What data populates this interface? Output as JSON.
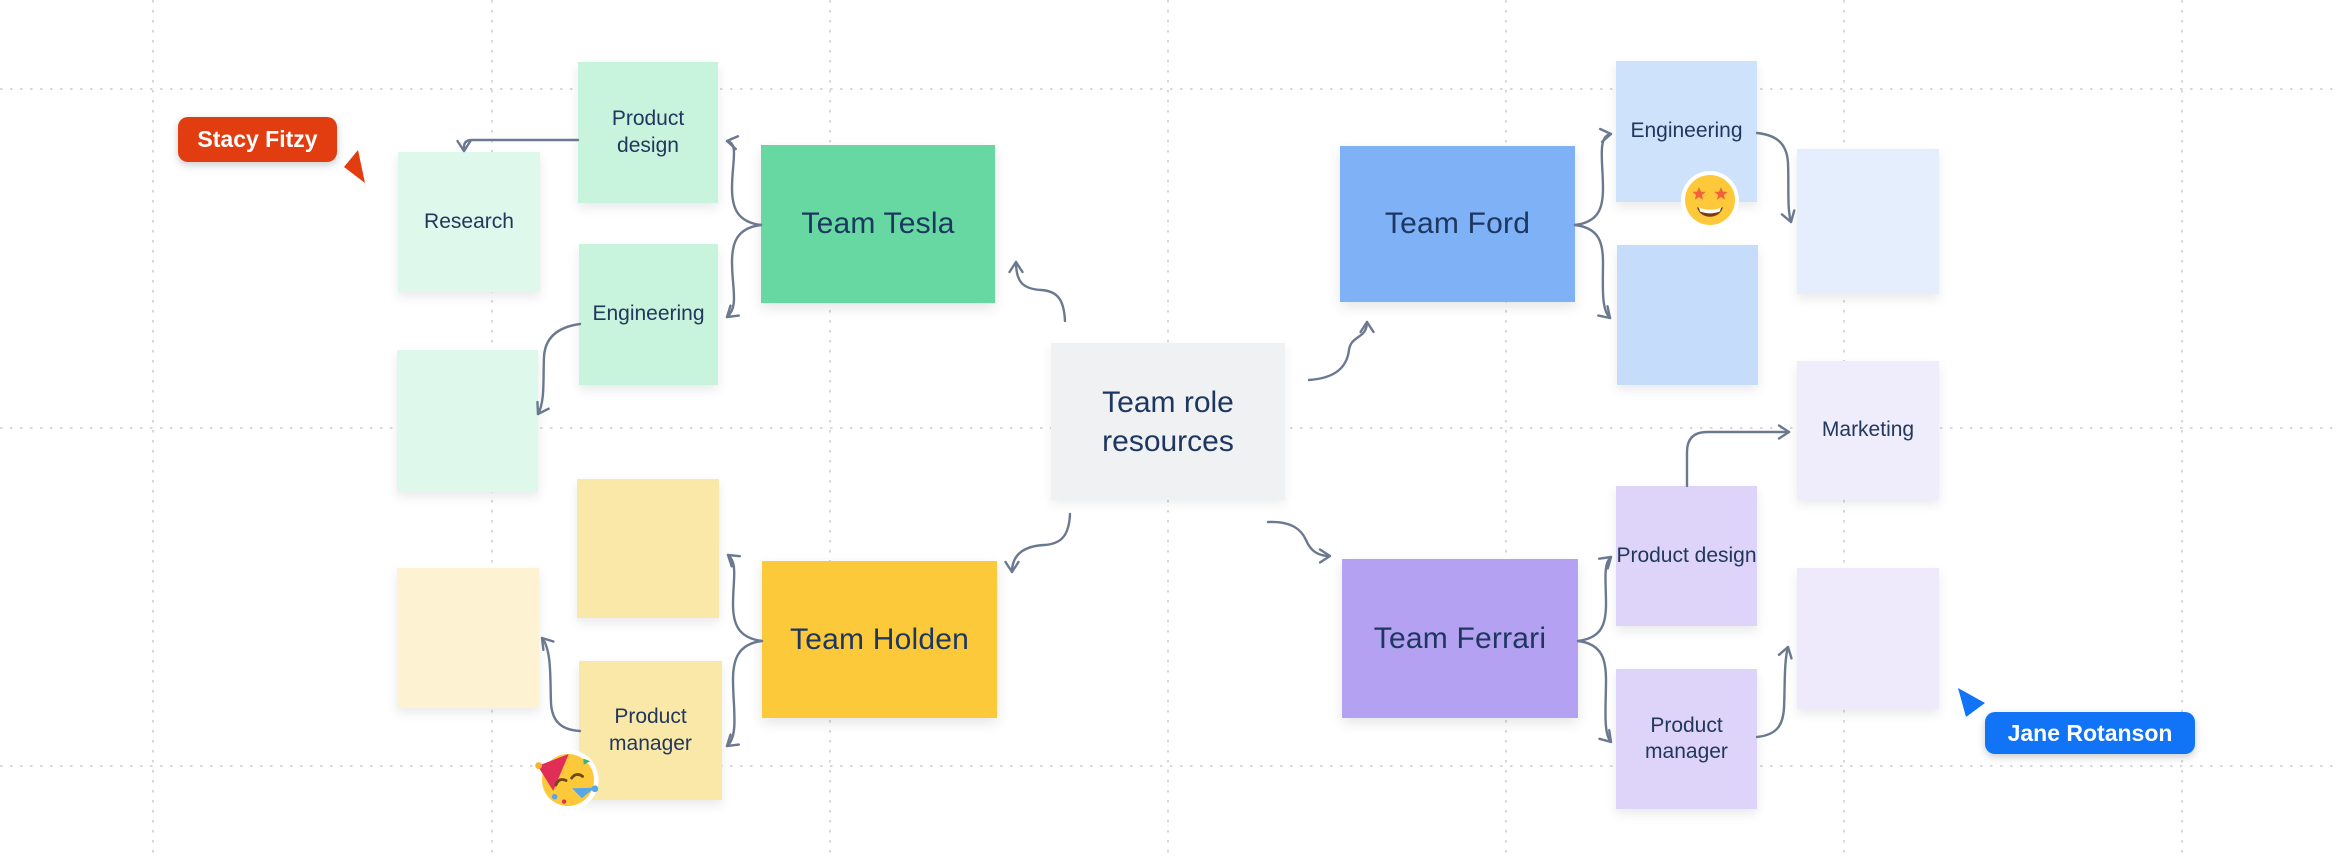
{
  "canvas": {
    "background": "#ffffff",
    "grid_dot_color": "#d8d8d8",
    "connector_color": "#6b7990",
    "text_color": "#1d3760"
  },
  "center_node": {
    "label": "Team role resources",
    "fill": "#f0f1f3"
  },
  "teams": {
    "tesla": {
      "label": "Team Tesla",
      "fill": "#68d8a2"
    },
    "ford": {
      "label": "Team Ford",
      "fill": "#7fb1f6"
    },
    "holden": {
      "label": "Team Holden",
      "fill": "#fcc93b"
    },
    "ferrari": {
      "label": "Team Ferrari",
      "fill": "#b5a1f2"
    }
  },
  "stickies": {
    "product_design_green": {
      "label": "Product design",
      "fill": "#c8f3dd"
    },
    "research": {
      "label": "Research",
      "fill": "#def8eb"
    },
    "engineering_green": {
      "label": "Engineering",
      "fill": "#c8f3dd"
    },
    "blank_mint": {
      "label": "",
      "fill": "#def8eb"
    },
    "blank_yellow": {
      "label": "",
      "fill": "#fae8a9"
    },
    "blank_pale_yellow": {
      "label": "",
      "fill": "#fdf3d3"
    },
    "product_manager_yellow": {
      "label": "Product manager",
      "fill": "#fae8a9"
    },
    "engineering_blue": {
      "label": "Engineering",
      "fill": "#cfe2fb"
    },
    "blank_blue": {
      "label": "",
      "fill": "#c5dcfa"
    },
    "blank_pale_blue": {
      "label": "",
      "fill": "#e4eefc"
    },
    "marketing": {
      "label": "Marketing",
      "fill": "#efecfb"
    },
    "product_design_purple": {
      "label": "Product design",
      "fill": "#ded3f8"
    },
    "product_manager_purple": {
      "label": "Product manager",
      "fill": "#ded3f8"
    },
    "blank_pale_lavender": {
      "label": "",
      "fill": "#eeeafb"
    }
  },
  "stickers": {
    "star_struck": {
      "icon": "star-struck-emoji",
      "unicode": "🤩"
    },
    "partying_face": {
      "icon": "partying-face-emoji",
      "unicode": "🥳"
    }
  },
  "cursors": {
    "stacy": {
      "name": "Stacy Fitzy",
      "color": "#e23d10"
    },
    "jane": {
      "name": "Jane Rotanson",
      "color": "#1173f6"
    }
  },
  "edges": [
    {
      "from": "Team role resources",
      "to": "Team Tesla"
    },
    {
      "from": "Team role resources",
      "to": "Team Ford"
    },
    {
      "from": "Team role resources",
      "to": "Team Holden"
    },
    {
      "from": "Team role resources",
      "to": "Team Ferrari"
    },
    {
      "from": "Team Tesla",
      "to": "Product design (green)"
    },
    {
      "from": "Team Tesla",
      "to": "Engineering (green)"
    },
    {
      "from": "Product design (green)",
      "to": "Research"
    },
    {
      "from": "Engineering (green)",
      "to": "blank mint sticky"
    },
    {
      "from": "Team Holden",
      "to": "blank yellow sticky"
    },
    {
      "from": "Team Holden",
      "to": "Product manager (yellow)"
    },
    {
      "from": "Product manager (yellow)",
      "to": "blank pale yellow sticky"
    },
    {
      "from": "Team Ford",
      "to": "Engineering (blue)"
    },
    {
      "from": "Team Ford",
      "to": "blank blue sticky"
    },
    {
      "from": "Engineering (blue)",
      "to": "blank pale blue sticky"
    },
    {
      "from": "Team Ferrari",
      "to": "Product design (purple)"
    },
    {
      "from": "Team Ferrari",
      "to": "Product manager (purple)"
    },
    {
      "from": "Product design (purple)",
      "to": "Marketing"
    },
    {
      "from": "Product manager (purple)",
      "to": "blank pale lavender sticky"
    }
  ]
}
